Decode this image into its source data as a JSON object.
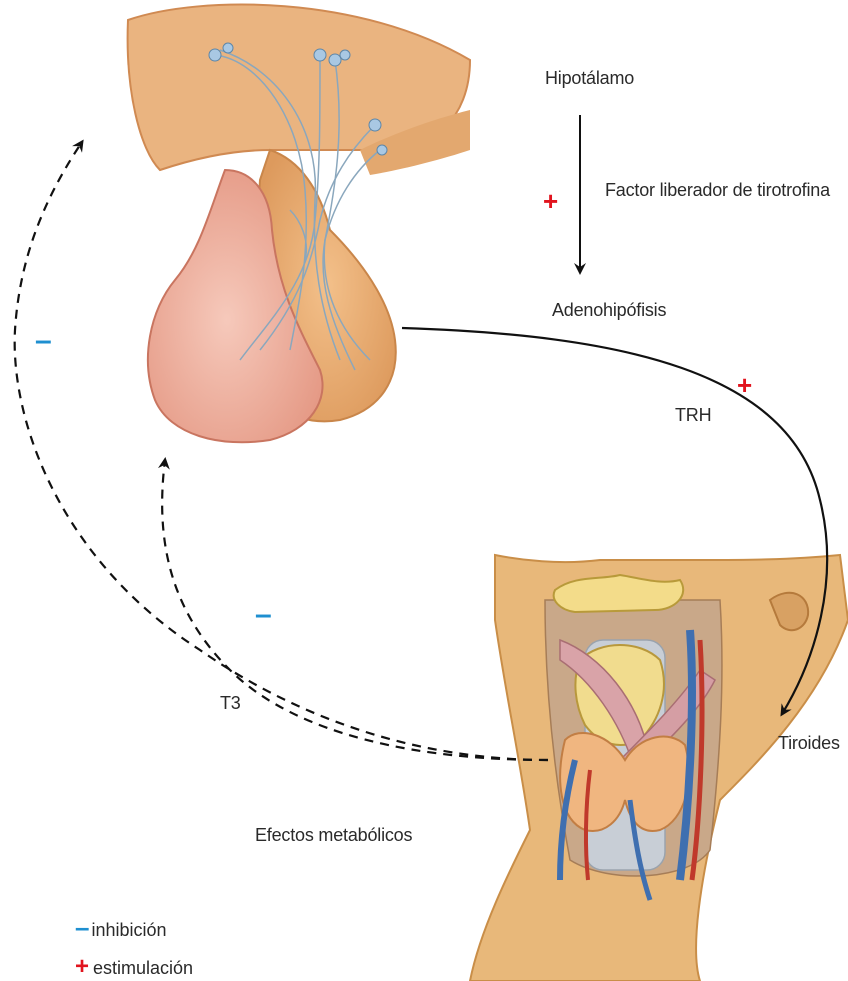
{
  "labels": {
    "hypothalamus": "Hipotálamo",
    "releasing_factor": "Factor liberador de tirotrofina",
    "adenohypophysis": "Adenohipófisis",
    "trh": "TRH",
    "thyroid": "Tiroides",
    "t3": "T3",
    "metabolic_effects": "Efectos metabólicos"
  },
  "signs": {
    "plus": "+",
    "minus": "–"
  },
  "legend": {
    "inhibition": "inhibición",
    "stimulation": "estimulación"
  },
  "colors": {
    "stimulation": "#e1141e",
    "inhibition": "#1e8fd0",
    "skin": "#e8b87a",
    "pituitary": "#f2b7a6"
  }
}
